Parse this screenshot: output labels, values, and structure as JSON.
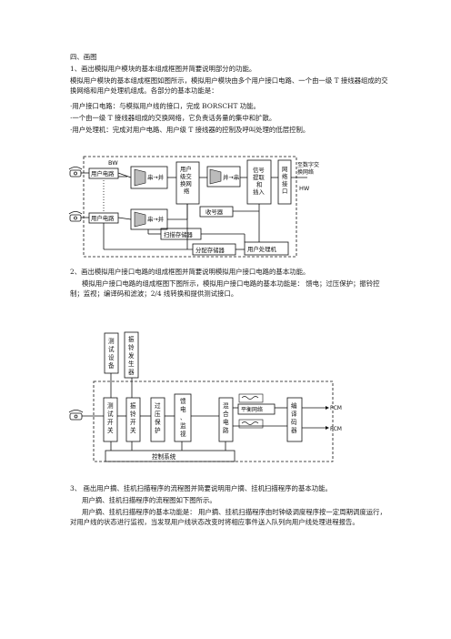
{
  "section_title": "四、画图",
  "q1": {
    "question": "1、画出模拟用户模块的基本组成框图并简要说明部分的功能。",
    "intro": "模拟用户模块的基本组成框图如图所示，模拟用户模块由多个用户接口电路、一个由一级 T 接线器组成的交换网络和用户处理机组成。各部分的基本功能是：",
    "bullets": [
      "·用户接口电路：与模拟用户线的接口，完成 BORSCHT 功能。",
      "·一个由一级 T 接线器组成的交换网络，它负责话务量的集中和扩散。",
      "·用户处理机：完成对用户电路、用户级 T 接线器的控制及呼叫处理的低层控制。"
    ],
    "diagram": {
      "label_bw": "BW",
      "label_hw": "HW",
      "user_circuit_1": "用户电路",
      "user_circuit_2": "用户电路",
      "sp_converter_1": "串→并",
      "sp_converter_2": "串→并",
      "ps_converter": "并→串",
      "user_switch": [
        "用户",
        "级交",
        "换网",
        "络"
      ],
      "signal_extract": [
        "信号",
        "提取",
        "和",
        "插入"
      ],
      "network_interface": [
        "网",
        "络",
        "接",
        "口"
      ],
      "to_switch": [
        "至数字交",
        "换网络"
      ],
      "receiver": "收号器",
      "scan_memory": "扫描存储器",
      "dist_memory": "分配存储器",
      "user_processor": "用户处理机"
    }
  },
  "q2": {
    "question": "2、画出模拟用户接口电路的组成框图并简要说明模拟用户接口电路的基本功能。",
    "intro": "模拟用户接口电路的组成框图下图所示，模拟用户接口电路的基本功能是： 馈电；过压保护；振铃控制；监视；编译码和滤波；2/4 线转换和提供测试接口。",
    "diagram": {
      "test_equipment": [
        "测",
        "试",
        "设",
        "备"
      ],
      "ring_generator": [
        "振",
        "铃",
        "发",
        "生",
        "器"
      ],
      "test_switch": [
        "测",
        "试",
        "开",
        "关"
      ],
      "ring_switch": [
        "振",
        "铃",
        "开",
        "关"
      ],
      "overvoltage": [
        "过",
        "压",
        "保",
        "护"
      ],
      "feed_monitor": [
        "馈",
        "电",
        "、",
        "监",
        "视"
      ],
      "hybrid": [
        "混",
        "合",
        "电",
        "路"
      ],
      "balance_network": "平衡网络",
      "codec": [
        "编",
        "译",
        "码",
        "器"
      ],
      "control_system": "控制系统",
      "pcm_out": "PCM",
      "pcm_in": "PCM"
    }
  },
  "q3": {
    "question": "3、 画出用户摘、挂机扫描程序的流程图并简要说明用户摘、挂机扫描程序的基本功能。",
    "line2": "用户摘、挂机扫描程序的流程图如下图所示。",
    "intro": "用户摘、挂机扫描程序的基本功能是： 用户摘、挂机扫描程序由时钟级调度程序按一定周期调度运行，对用户线的状态进行监视，当发现用户线状态改变时将相应事件送入队列向用户线处理进程报告。"
  }
}
